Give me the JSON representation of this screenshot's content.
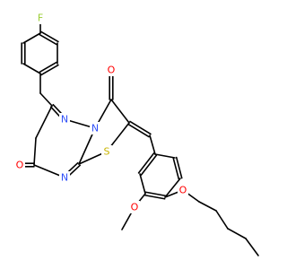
{
  "structure": {
    "atom_labels": {
      "fluorine": "F",
      "oxygen_ketone_top": "O",
      "oxygen_ketone_left": "O",
      "nitrogen_top": "N",
      "nitrogen_bridge": "N",
      "nitrogen_bottom": "N",
      "sulfur": "S",
      "oxygen_methoxy": "O",
      "oxygen_pentoxy": "O"
    },
    "colors": {
      "bond": "#000000",
      "fluorine": "#9acd32",
      "oxygen": "#ff0000",
      "nitrogen": "#3050f8",
      "sulfur": "#c8b400"
    }
  }
}
